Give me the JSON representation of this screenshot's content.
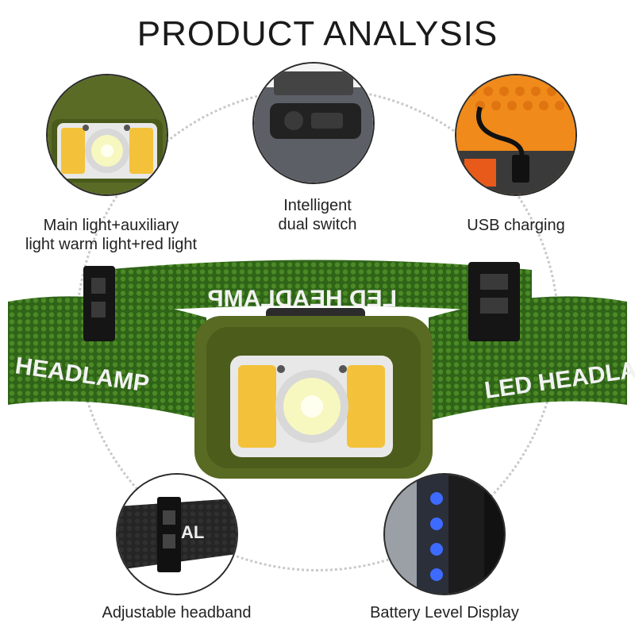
{
  "title": "PRODUCT ANALYSIS",
  "colors": {
    "housing": "#5a6b25",
    "band": "#3f7a1f",
    "cob": "#f3c23a",
    "led_blue": "#3d6bff",
    "usb_orange": "#f08a1a"
  },
  "features": [
    {
      "label_line1": "Main light+auxiliary",
      "label_line2": "light warm light+red light",
      "icon": "headlamp-front-icon"
    },
    {
      "label_line1": "Intelligent",
      "label_line2": "dual switch",
      "icon": "dual-switch-icon"
    },
    {
      "label_line1": "USB charging",
      "label_line2": "",
      "icon": "usb-cable-icon"
    },
    {
      "label_line1": "Adjustable headband",
      "label_line2": "",
      "icon": "headband-buckle-icon"
    },
    {
      "label_line1": "Battery Level Display",
      "label_line2": "",
      "icon": "battery-indicator-icon"
    }
  ],
  "product": {
    "band_text_left": "HEADLAMP",
    "band_text_right": "LED HEADLAM",
    "band_text_top": "LED HEADLAMP"
  }
}
